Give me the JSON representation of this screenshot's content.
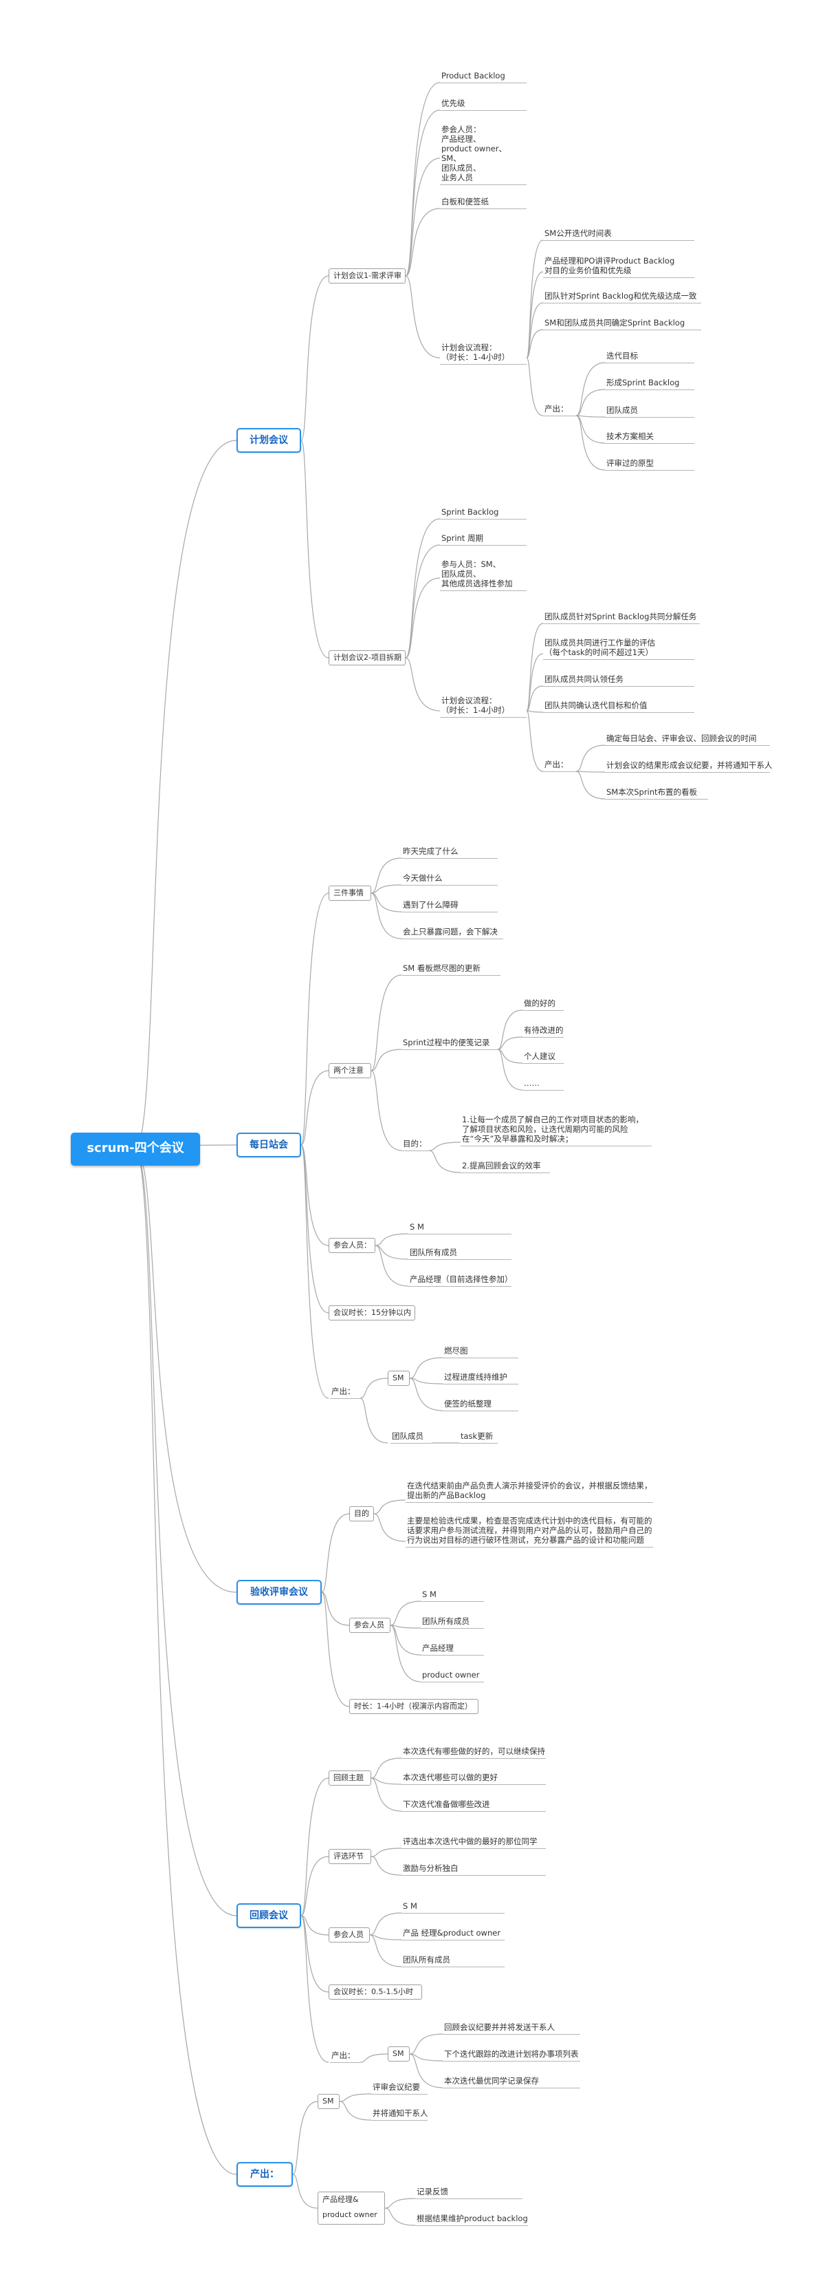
{
  "root": "scrum-四个会议",
  "sections": {
    "planning": {
      "label": "计划会议",
      "part1": {
        "label": "计划会议1-需求评审",
        "product_backlog": "Product Backlog",
        "priority": "优先级",
        "participants": [
          "参会人员：",
          "产品经理、",
          "product owner、",
          "SM、",
          "团队成员、",
          "业务人员"
        ],
        "whiteboard": "白板和便签纸",
        "process": [
          "计划会议流程：",
          "（时长：1-4小时）"
        ],
        "steps": {
          "s1": "SM公开迭代时间表",
          "s2": [
            "产品经理和PO讲评Product    Backlog",
            "对目的业务价值和优先级"
          ],
          "s3": "团队针对Sprint Backlog和优先级达成一致",
          "s4": "SM和团队成员共同确定Sprint Backlog"
        },
        "output": "产出：",
        "outputs": [
          "迭代目标",
          "形成Sprint Backlog",
          "团队成员",
          "技术方案相关",
          "评审过的原型"
        ]
      },
      "part2": {
        "label": "计划会议2-项目拆期",
        "sprint_backlog": "Sprint Backlog",
        "sprint_cycle": "Sprint 周期",
        "participants": [
          "参与人员：SM、",
          "团队成员、",
          "其他成员选择性参加"
        ],
        "process": [
          "计划会议流程：",
          "（时长：1-4小时）"
        ],
        "steps": {
          "s1": "团队成员针对Sprint Backlog共同分解任务",
          "s2": [
            "团队成员共同进行工作量的评估",
            "（每个task的时间不超过1天）"
          ],
          "s3": "团队成员共同认领任务",
          "s4": "团队共同确认迭代目标和价值"
        },
        "output": "产出：",
        "outputs": [
          "确定每日站会、评审会议、回顾会议的时间",
          "计划会议的结果形成会议纪要，并将通知干系人",
          "SM本次Sprint布置的看板"
        ]
      }
    },
    "daily": {
      "label": "每日站会",
      "three_things": "三件事情",
      "things": [
        "昨天完成了什么",
        "今天做什么",
        "遇到了什么障碍",
        "会上只暴露问题，会下解决"
      ],
      "two_notes": "两个注意",
      "board": "SM 看板燃尽图的更新",
      "sprint_record": "Sprint过程中的便笺记录",
      "records": [
        "做的好的",
        "有待改进的",
        "个人建议",
        "……"
      ],
      "purpose": "目的：",
      "purposes": {
        "p1": [
          "1.让每一个成员了解自己的工作对项目状态的影响，",
          "了解项目状态和风险，让迭代周期内可能的风险",
          "在“今天”及早暴露和及时解决；"
        ],
        "p2": "2.提高回顾会议的效率"
      },
      "participants": "参会人员：",
      "participant_list": [
        "S M",
        "团队所有成员",
        "产品经理（目前选择性参加）"
      ],
      "duration": "会议时长：15分钟以内",
      "output": "产出：",
      "sm": "SM",
      "sm_outputs": [
        "燃尽图",
        "过程进度线持维护",
        "便签的纸整理"
      ],
      "team": "团队成员",
      "task_update": "task更新"
    },
    "review": {
      "label": "验收评审会议",
      "purpose": "目的",
      "purposes": {
        "p1": [
          "在迭代结束前由产品负责人演示并接受评价的会议，并根据反馈结果，",
          "提出新的产品Backlog"
        ],
        "p2": [
          "主要是检验迭代成果，检查是否完成迭代计划中的迭代目标，有可能的",
          "话要求用户参与测试流程，并得到用户对产品的认可，鼓励用户自己的",
          "行为说出对目标的进行破环性测试，充分暴露产品的设计和功能问题"
        ]
      },
      "participants": "参会人员",
      "participant_list": [
        "S M",
        "团队所有成员",
        "产品经理",
        "product owner"
      ],
      "duration": "时长：1-4小时（视演示内容而定）"
    },
    "retro": {
      "label": "回顾会议",
      "topic": "回顾主题",
      "topics": [
        "本次迭代有哪些做的好的，可以继续保持",
        "本次迭代哪些可以做的更好",
        "下次迭代准备做哪些改进"
      ],
      "selection": "评选环节",
      "selections": [
        "评选出本次迭代中做的最好的那位同学",
        "激励与分析独白"
      ],
      "participants": "参会人员",
      "participant_list": [
        "S M",
        "产品 经理&product owner",
        "团队所有成员"
      ],
      "duration": "会议时长：0.5-1.5小时",
      "output": "产出：",
      "sm": "SM",
      "sm_outputs": [
        "回顾会议纪要并并将发送干系人",
        "下个迭代跟踪的改进计划将办事项列表",
        "本次迭代最优同学记录保存"
      ]
    },
    "outputs": {
      "label": "产出：",
      "sm": "SM",
      "sm_outputs": [
        "评审会议纪要",
        "并将通知干系人"
      ],
      "po": [
        "产品经理&",
        "product owner"
      ],
      "po_outputs": [
        "记录反馈",
        "根据结果维护product backlog"
      ]
    }
  }
}
